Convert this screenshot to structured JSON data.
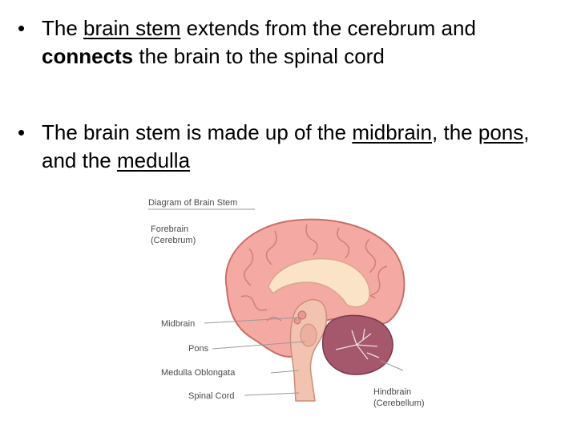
{
  "slide": {
    "bullet_glyph": "•",
    "bullet1": {
      "t1": "The ",
      "u1": "brain stem",
      "t2": " extends from the cerebrum and ",
      "b1": "connects",
      "t3": " the brain to the spinal cord"
    },
    "bullet2": {
      "t1": "The brain stem is made up of the ",
      "u1": "midbrain",
      "t2": ", the ",
      "u2": "pons",
      "t3": ", and the ",
      "u3": "medulla"
    }
  },
  "diagram": {
    "title": "Diagram of Brain Stem",
    "labels": {
      "forebrain": "Forebrain",
      "cerebrum": "(Cerebrum)",
      "midbrain": "Midbrain",
      "pons": "Pons",
      "medulla": "Medulla Oblongata",
      "spinal_cord": "Spinal Cord",
      "hindbrain": "Hindbrain",
      "cerebellum": "(Cerebellum)"
    },
    "colors": {
      "cerebrum": "#f4a9a2",
      "cerebrum_outline": "#c8706a",
      "cerebellum": "#a5586c",
      "brain_stem": "#f2c3b0",
      "corpus_callosum": "#fbe3c8",
      "leader_line": "#9a9a9a"
    }
  }
}
